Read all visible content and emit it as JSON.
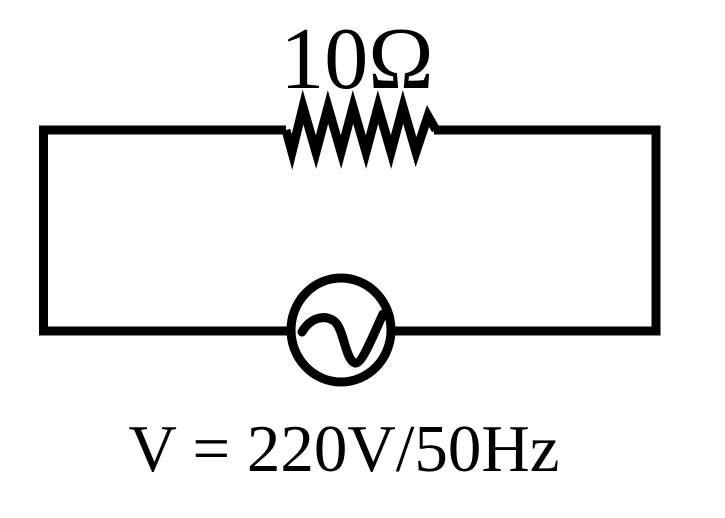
{
  "diagram": {
    "type": "circuit-schematic",
    "background_color": "#ffffff",
    "line_color": "#000000",
    "components": {
      "resistor": {
        "label": "10Ω"
      },
      "ac_source": {
        "label": "V = 220V/50Hz"
      }
    }
  }
}
